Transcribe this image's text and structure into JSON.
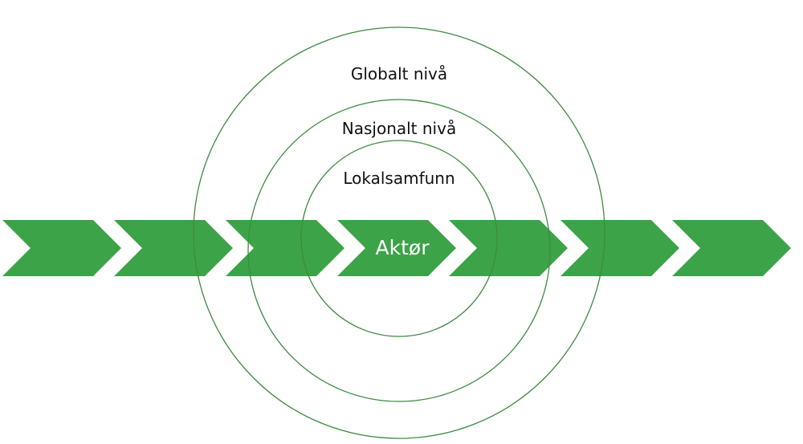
{
  "levels": {
    "global": "Globalt nivå",
    "national": "Nasjonalt nivå",
    "local": "Lokalsamfunn"
  },
  "center": {
    "label": "Aktør"
  },
  "colors": {
    "chevron_fill": "#3ca348",
    "ring_stroke": "#3d8b40",
    "label_text": "#111111",
    "center_text": "#ffffff"
  }
}
